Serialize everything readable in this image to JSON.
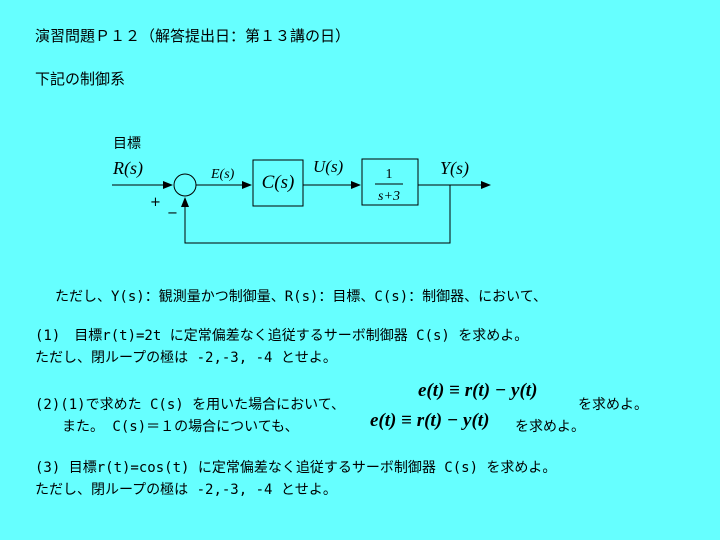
{
  "header": {
    "title": "演習問題Ｐ１２（解答提出日：第１３講の日）",
    "subtitle": "下記の制御系"
  },
  "diagram": {
    "target_label": "目標",
    "reference": "R(s)",
    "error": "E(s)",
    "controller": "C(s)",
    "control_input": "U(s)",
    "plant_num": "1",
    "plant_den": "s+3",
    "output": "Y(s)",
    "plus_sign": "+",
    "minus_sign": "−"
  },
  "text": {
    "intro": "ただし、Y(s)：観測量かつ制御量、R(s)：目標、C(s)：制御器、において、",
    "q1_line1": "(1)　目標r(t)=2t に定常偏差なく追従するサーボ制御器 C(s) を求めよ。",
    "q1_line2": "ただし、閉ループの極は -2,-3, -4 とせよ。",
    "q2_line1_a": "(2)(1)で求めた C(s) を用いた場合において、",
    "q2_eq": "e(t) ≡ r(t) − y(t)",
    "q2_line1_b": "を求めよ。",
    "q2_line2_a": "また。 C(s)＝１の場合についても、",
    "q2_eq2": "e(t) ≡ r(t) − y(t)",
    "q2_line2_b": "を求めよ。",
    "q3_line1": "(3) 目標r(t)=cos(t) に定常偏差なく追従するサーボ制御器 C(s) を求めよ。",
    "q3_line2": "ただし、閉ループの極は -2,-3, -4 とせよ。"
  }
}
